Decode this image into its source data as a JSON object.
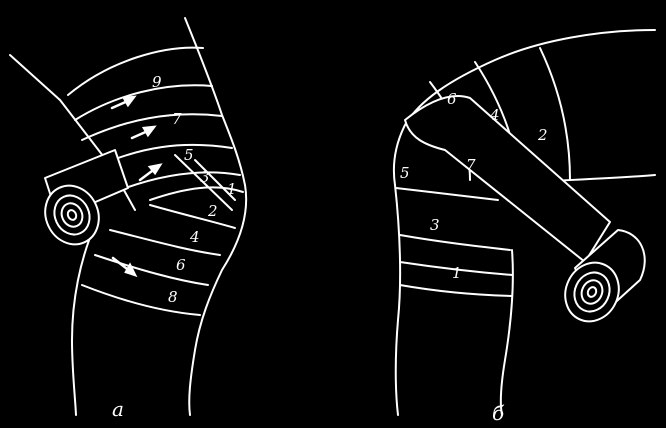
{
  "figure_a": {
    "caption": "а",
    "turn_labels": [
      "9",
      "7",
      "5",
      "3",
      "1",
      "2",
      "4",
      "6",
      "8"
    ]
  },
  "figure_b": {
    "caption": "б",
    "turn_labels": [
      "6",
      "4",
      "2",
      "7",
      "5",
      "3",
      "1"
    ]
  },
  "colors": {
    "background": "#000000",
    "line": "#ffffff"
  },
  "icons": {
    "bandage_roll": "bandage-roll-icon",
    "direction_arrow": "direction-arrow-icon"
  }
}
